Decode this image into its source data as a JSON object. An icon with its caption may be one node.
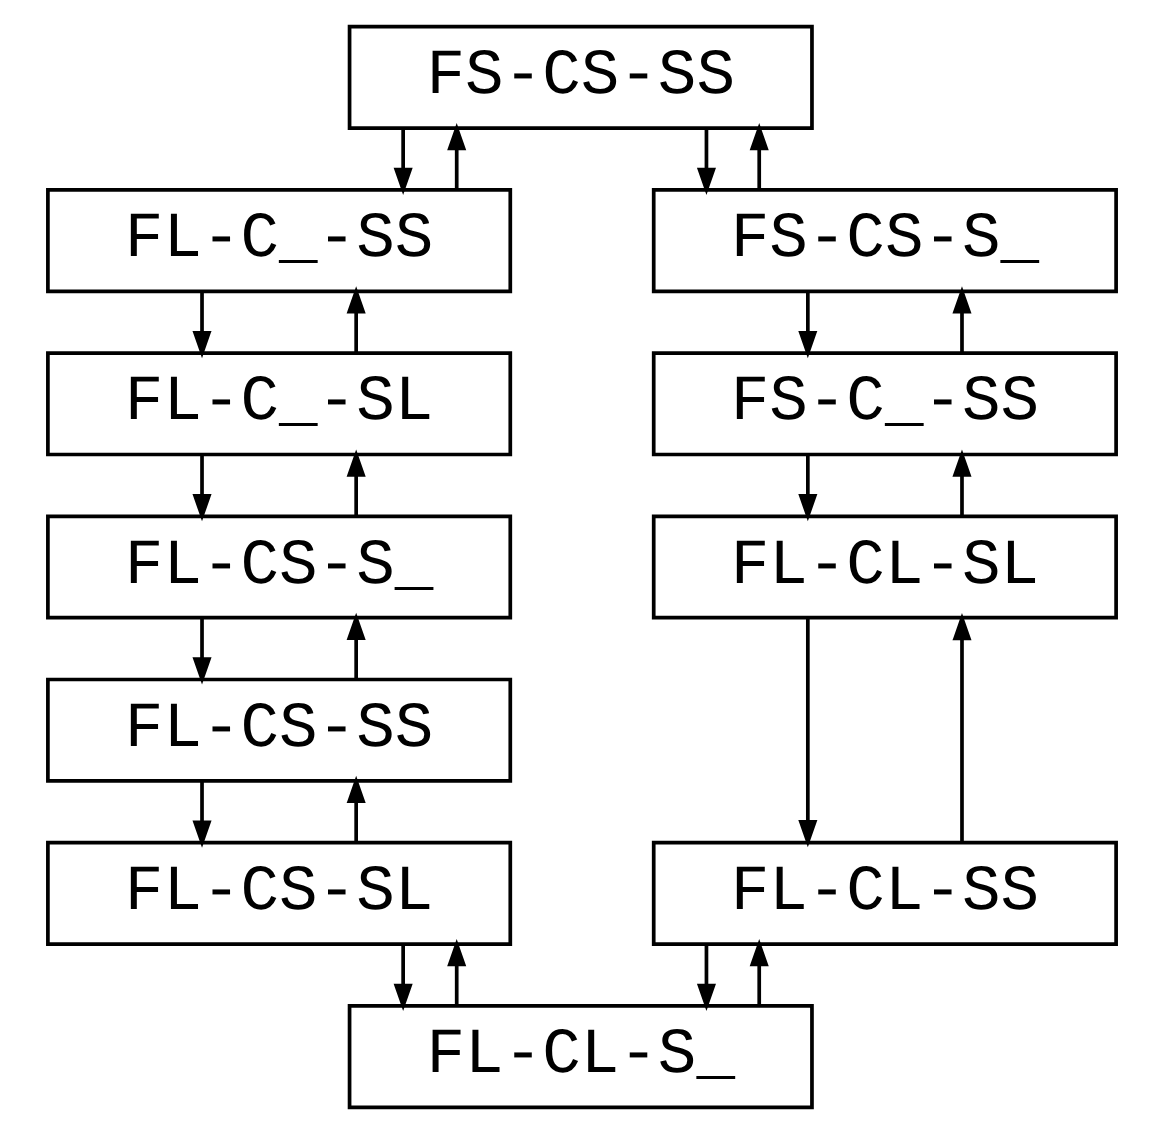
{
  "diagram": {
    "nodes": [
      {
        "text": [
          "FS-CS-SS"
        ]
      },
      {
        "text": [
          "FL-C_-SS"
        ]
      },
      {
        "text": [
          "FL-C_-SL"
        ]
      },
      {
        "text": [
          "FL-CS-S_"
        ]
      },
      {
        "text": [
          "FL-CS-SS"
        ]
      },
      {
        "text": [
          "FL-CS-SL"
        ]
      },
      {
        "text": [
          "FS-CS-S_"
        ]
      },
      {
        "text": [
          "FS-C_-SS"
        ]
      },
      {
        "text": [
          "FL-CL-SL"
        ]
      },
      {
        "text": [
          "FL-CL-SS"
        ]
      },
      {
        "text": [
          "FL-CL-S_"
        ]
      }
    ],
    "edges": [
      {
        "from": 0,
        "to": 1,
        "arrow": "to"
      },
      {
        "from": 1,
        "to": 0,
        "arrow": "to"
      },
      {
        "from": 1,
        "to": 2,
        "arrow": "to"
      },
      {
        "from": 2,
        "to": 1,
        "arrow": "to"
      },
      {
        "from": 2,
        "to": 3,
        "arrow": "to"
      },
      {
        "from": 3,
        "to": 2,
        "arrow": "to"
      },
      {
        "from": 3,
        "to": 4,
        "arrow": "to"
      },
      {
        "from": 4,
        "to": 3,
        "arrow": "to"
      },
      {
        "from": 4,
        "to": 5,
        "arrow": "to"
      },
      {
        "from": 5,
        "to": 4,
        "arrow": "to"
      },
      {
        "from": 6,
        "to": 7,
        "arrow": "to"
      },
      {
        "from": 7,
        "to": 6,
        "arrow": "to"
      },
      {
        "from": 7,
        "to": 8,
        "arrow": "to"
      },
      {
        "from": 8,
        "to": 7,
        "arrow": "to"
      },
      {
        "from": 8,
        "to": 9,
        "arrow": "to"
      },
      {
        "from": 9,
        "to": 8,
        "arrow": "to"
      },
      {
        "from": 9,
        "to": 10,
        "arrow": "to"
      },
      {
        "from": 10,
        "to": 9,
        "arrow": "to"
      },
      {
        "from": 0,
        "to": 6,
        "arrow": "to"
      },
      {
        "from": 6,
        "to": 0,
        "arrow": "to"
      },
      {
        "from": 5,
        "to": 10,
        "arrow": "to"
      },
      {
        "from": 10,
        "to": 5,
        "arrow": "to"
      }
    ]
  }
}
